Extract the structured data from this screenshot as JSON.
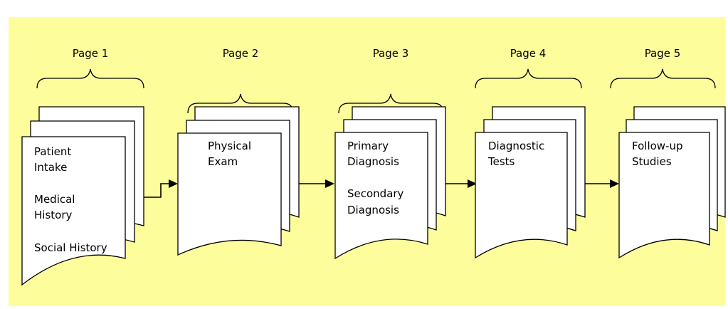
{
  "colors": {
    "background": "#fdfd9c",
    "sheet": "#ffffff",
    "stroke": "#000000"
  },
  "stages": [
    {
      "label": "Page 1",
      "lines": [
        "Patient",
        "Intake",
        "Medical",
        "History",
        "Social History"
      ]
    },
    {
      "label": "Page 2",
      "lines": [
        "Physical",
        "Exam"
      ]
    },
    {
      "label": "Page 3",
      "lines": [
        "Primary",
        "Diagnosis",
        "Secondary",
        "Diagnosis"
      ]
    },
    {
      "label": "Page 4",
      "lines": [
        "Diagnostic",
        "Tests"
      ]
    },
    {
      "label": "Page 5",
      "lines": [
        "Follow-up",
        "Studies"
      ]
    }
  ]
}
